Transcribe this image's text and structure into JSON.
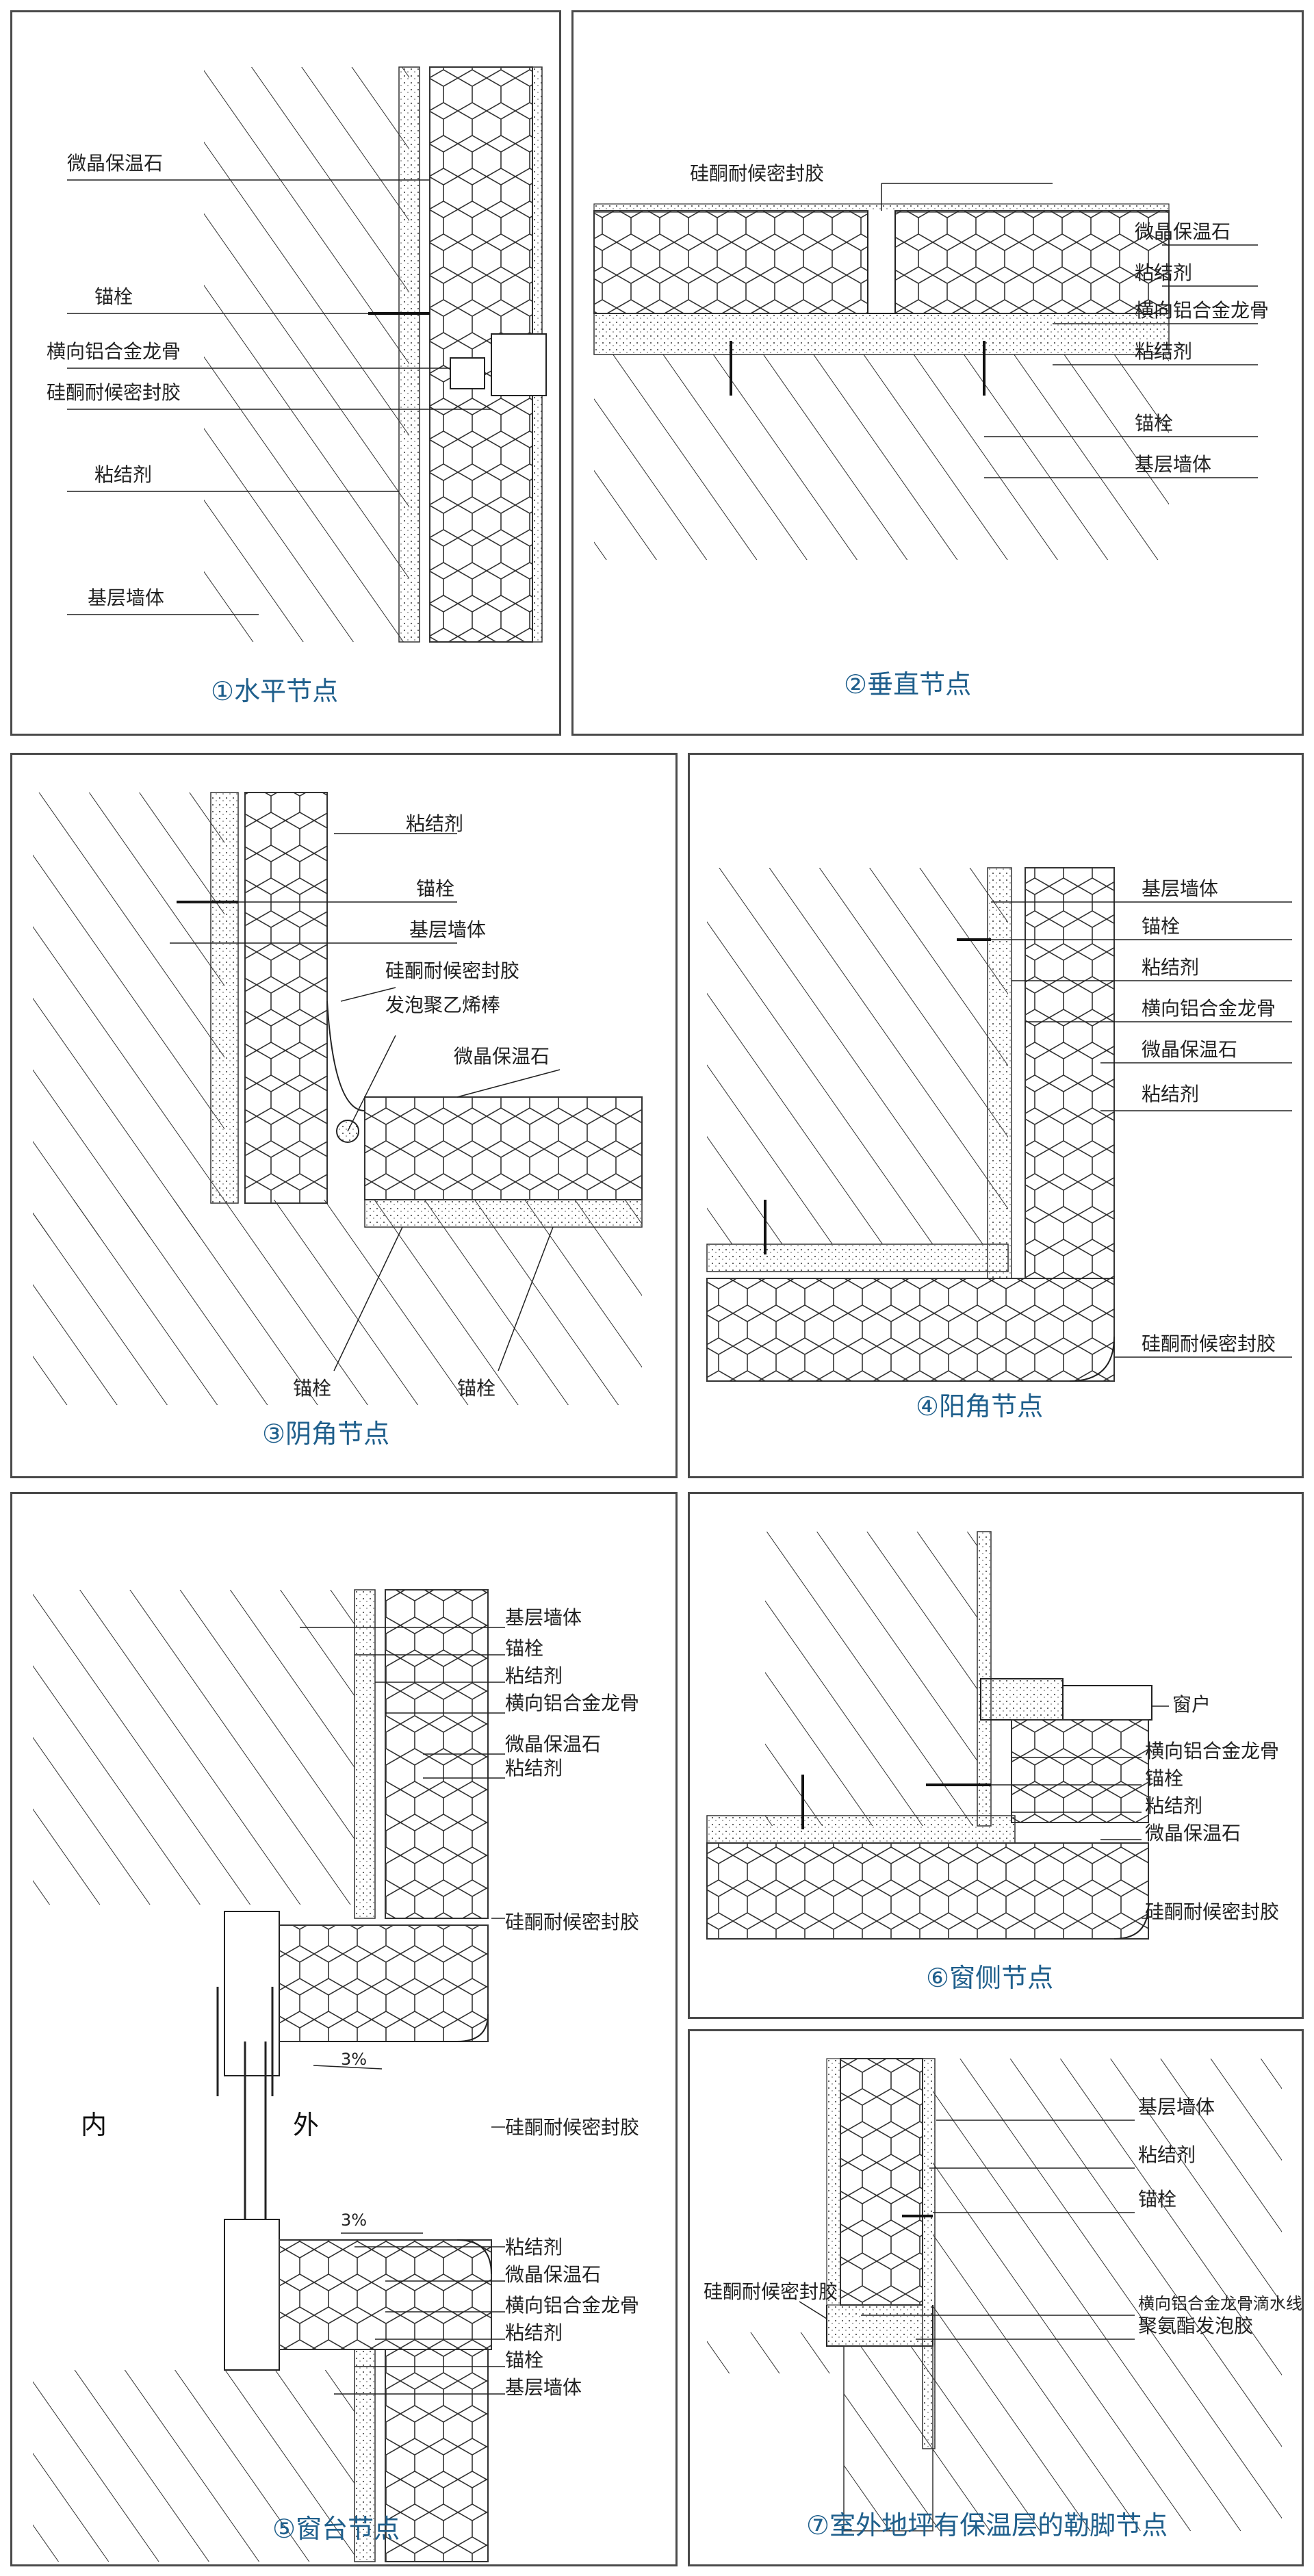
{
  "colors": {
    "border": "#4a4a4a",
    "caption": "#1f5f8c",
    "line": "#222222"
  },
  "materials": {
    "insulation": "微晶保温石",
    "anchor": "锚栓",
    "keel": "横向铝合金龙骨",
    "sealant": "硅酮耐候密封胶",
    "adhesive": "粘结剂",
    "base_wall": "基层墙体",
    "pe_rod": "发泡聚乙烯棒",
    "window": "窗户",
    "drip_keel": "横向铝合金龙骨滴水线",
    "pu_foam": "聚氨酯发泡胶"
  },
  "panels": {
    "p1": {
      "caption": "①水平节点"
    },
    "p2": {
      "caption": "②垂直节点"
    },
    "p3": {
      "caption": "③阴角节点"
    },
    "p4": {
      "caption": "④阳角节点"
    },
    "p5": {
      "caption": "⑤窗台节点",
      "inner": "内",
      "outer": "外",
      "slope": "3%"
    },
    "p6": {
      "caption": "⑥窗侧节点"
    },
    "p7": {
      "caption": "⑦室外地坪有保温层的勒脚节点"
    }
  }
}
